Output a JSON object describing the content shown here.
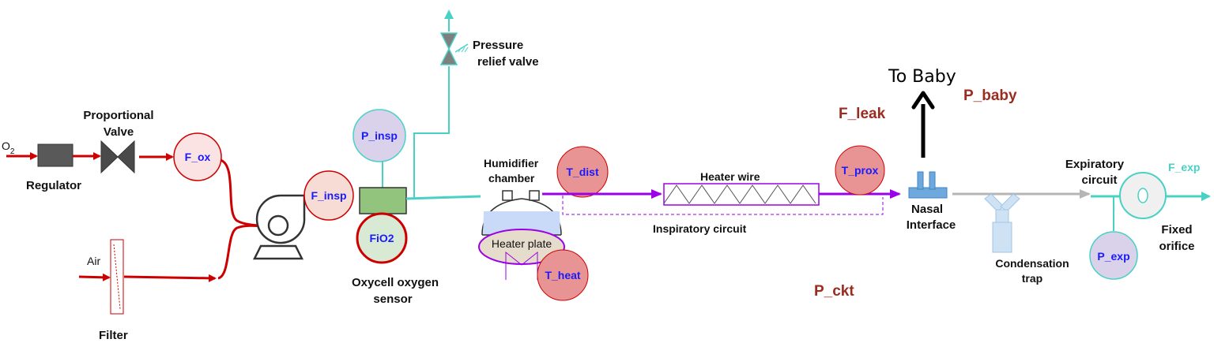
{
  "labels": {
    "o2": "O",
    "o2_sub": "2",
    "regulator": "Regulator",
    "proportional_valve_1": "Proportional",
    "proportional_valve_2": "Valve",
    "air": "Air",
    "filter": "Filter",
    "oxycell_1": "Oxycell oxygen",
    "oxycell_2": "sensor",
    "pressure_relief_1": "Pressure",
    "pressure_relief_2": "relief valve",
    "humidifier_1": "Humidifier",
    "humidifier_2": "chamber",
    "heater_plate": "Heater plate",
    "heater_wire": "Heater wire",
    "inspiratory_circuit": "Inspiratory circuit",
    "to_baby": "To Baby",
    "nasal_1": "Nasal",
    "nasal_2": "Interface",
    "condensation_1": "Condensation",
    "condensation_2": "trap",
    "expiratory_1": "Expiratory",
    "expiratory_2": "circuit",
    "fixed_1": "Fixed",
    "fixed_2": "orifice"
  },
  "sensors": {
    "f_ox": "F_ox",
    "f_insp": "F_insp",
    "p_insp": "P_insp",
    "fio2": "FiO2",
    "t_dist": "T_dist",
    "t_heat": "T_heat",
    "t_prox": "T_prox",
    "p_exp": "P_exp",
    "f_exp": "F_exp"
  },
  "signals": {
    "f_leak": "F_leak",
    "p_baby": "P_baby",
    "p_ckt": "P_ckt"
  },
  "colors": {
    "gas_line": "#cc0000",
    "relief_line": "#48d1c5",
    "insp_line": "#9b00e8",
    "exp_line": "#b5b5b5",
    "sensor_red": "#e89494",
    "sensor_purple": "#d9d2ea",
    "sensor_green": "#d8ead3",
    "signal_text": "#9c2b1f"
  }
}
